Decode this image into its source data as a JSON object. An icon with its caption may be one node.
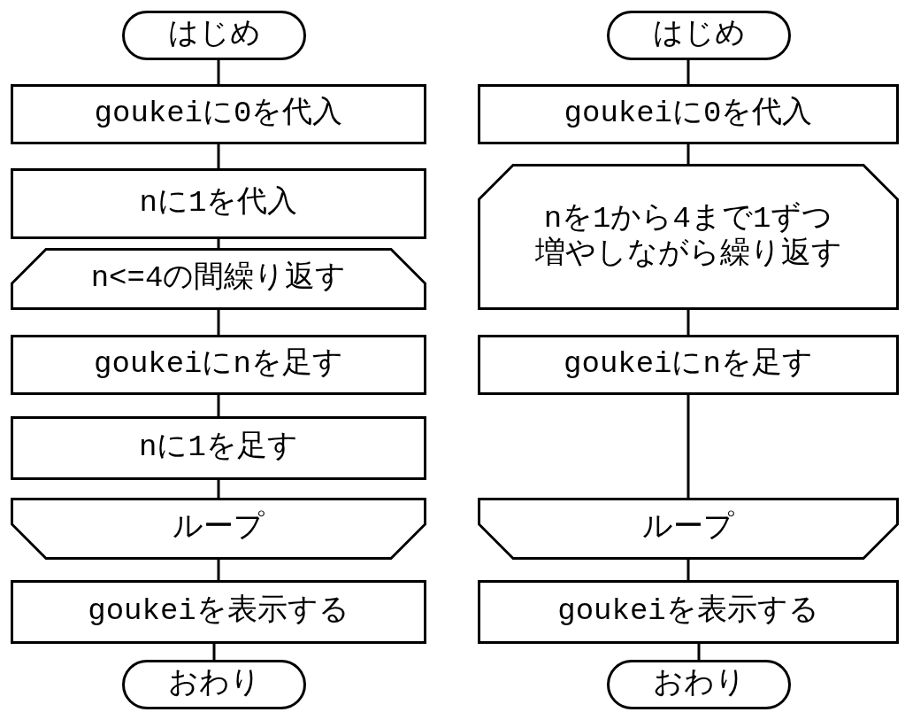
{
  "diagram": {
    "nodes": [
      {
        "text": [
          "はじめ"
        ]
      },
      {
        "text": [
          "goukeiに0を代入"
        ]
      },
      {
        "text": [
          "nに1を代入"
        ]
      },
      {
        "text": [
          "n<=4の間繰り返す"
        ]
      },
      {
        "text": [
          "goukeiにnを足す"
        ]
      },
      {
        "text": [
          "nに1を足す"
        ]
      },
      {
        "text": [
          "ループ"
        ]
      },
      {
        "text": [
          "goukeiを表示する"
        ]
      },
      {
        "text": [
          "おわり"
        ]
      },
      {
        "text": [
          "はじめ"
        ]
      },
      {
        "text": [
          "goukeiに0を代入"
        ]
      },
      {
        "text": [
          "nを1から4まで1ずつ増やしながら繰り返す"
        ]
      },
      {
        "text": [
          "goukeiにnを足す"
        ]
      },
      {
        "text": [
          "ループ"
        ]
      },
      {
        "text": [
          "goukeiを表示する"
        ]
      },
      {
        "text": [
          "おわり"
        ]
      }
    ],
    "edges": [
      {
        "from": 0,
        "to": 1,
        "arrow": "none"
      },
      {
        "from": 1,
        "to": 2,
        "arrow": "none"
      },
      {
        "from": 2,
        "to": 3,
        "arrow": "none"
      },
      {
        "from": 3,
        "to": 4,
        "arrow": "none"
      },
      {
        "from": 4,
        "to": 5,
        "arrow": "none"
      },
      {
        "from": 5,
        "to": 6,
        "arrow": "none"
      },
      {
        "from": 6,
        "to": 7,
        "arrow": "none"
      },
      {
        "from": 7,
        "to": 8,
        "arrow": "none"
      },
      {
        "from": 9,
        "to": 10,
        "arrow": "none"
      },
      {
        "from": 10,
        "to": 11,
        "arrow": "none"
      },
      {
        "from": 11,
        "to": 12,
        "arrow": "none"
      },
      {
        "from": 12,
        "to": 13,
        "arrow": "none"
      },
      {
        "from": 13,
        "to": 14,
        "arrow": "none"
      },
      {
        "from": 14,
        "to": 15,
        "arrow": "none"
      }
    ]
  }
}
